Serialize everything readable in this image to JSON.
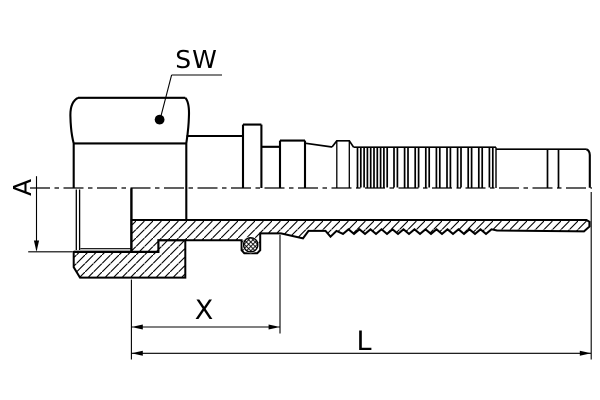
{
  "drawing": {
    "type": "technical-drawing",
    "subject": "hose fitting with swivel nut, seal and barbed hose tail (half-section view)",
    "labels": {
      "sw": "SW",
      "a": "A",
      "x": "X",
      "l": "L"
    },
    "colors": {
      "line": "#000000",
      "background": "#ffffff"
    }
  }
}
